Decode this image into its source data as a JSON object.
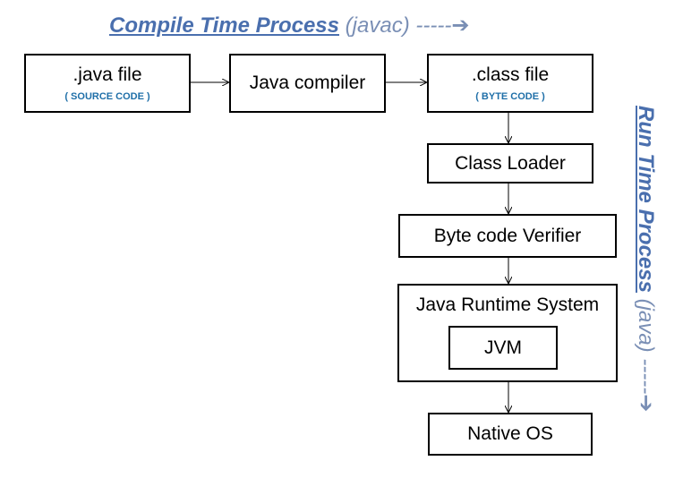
{
  "compile_title": {
    "main": "Compile Time Process",
    "paren": "(javac)",
    "arrow": "-----➔"
  },
  "run_title": {
    "main": "Run Time Process",
    "paren": "(java)",
    "arrow": "-----➔"
  },
  "nodes": {
    "java_file": {
      "label": ".java file",
      "sub": "( SOURCE CODE )"
    },
    "java_compiler": {
      "label": "Java compiler"
    },
    "class_file": {
      "label": ".class file",
      "sub": "( BYTE CODE )"
    },
    "class_loader": {
      "label": "Class Loader"
    },
    "verifier": {
      "label": "Byte code Verifier"
    },
    "runtime_system": {
      "label": "Java Runtime System"
    },
    "jvm": {
      "label": "JVM"
    },
    "native_os": {
      "label": "Native OS"
    }
  },
  "colors": {
    "title": "#4a6fae",
    "subtitle_text": "#1f6fa8",
    "border": "#000000"
  }
}
